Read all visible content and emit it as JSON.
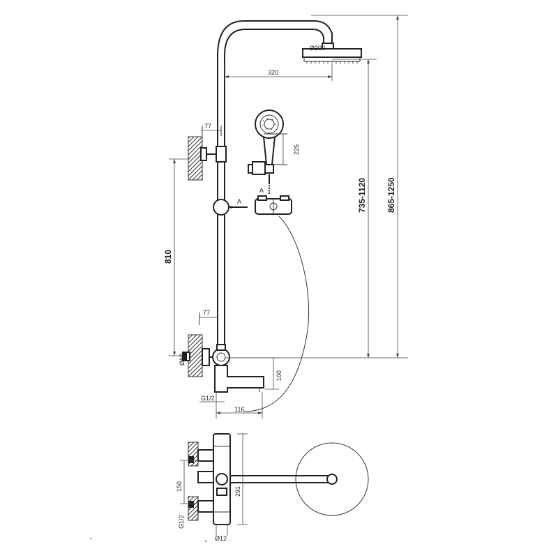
{
  "labels": {
    "shower_head_diameter": "Ø200",
    "arm_length": "320",
    "handshower_length": "225",
    "upper_bracket_offset": "77",
    "lower_bracket_offset": "77",
    "bracket_spacing": "810",
    "section_marker_left": "A",
    "section_marker_right": "A",
    "range_inner": "735-1120",
    "range_outer": "865-1250",
    "inlet_diameter": "Ø60",
    "spout_drop": "100",
    "thread_size": "G1/2",
    "spout_reach": "116",
    "centers_distance": "150",
    "thread_size_bottom": "G1/2",
    "bar_height": "291",
    "pipe_diameter": "Ø12"
  }
}
